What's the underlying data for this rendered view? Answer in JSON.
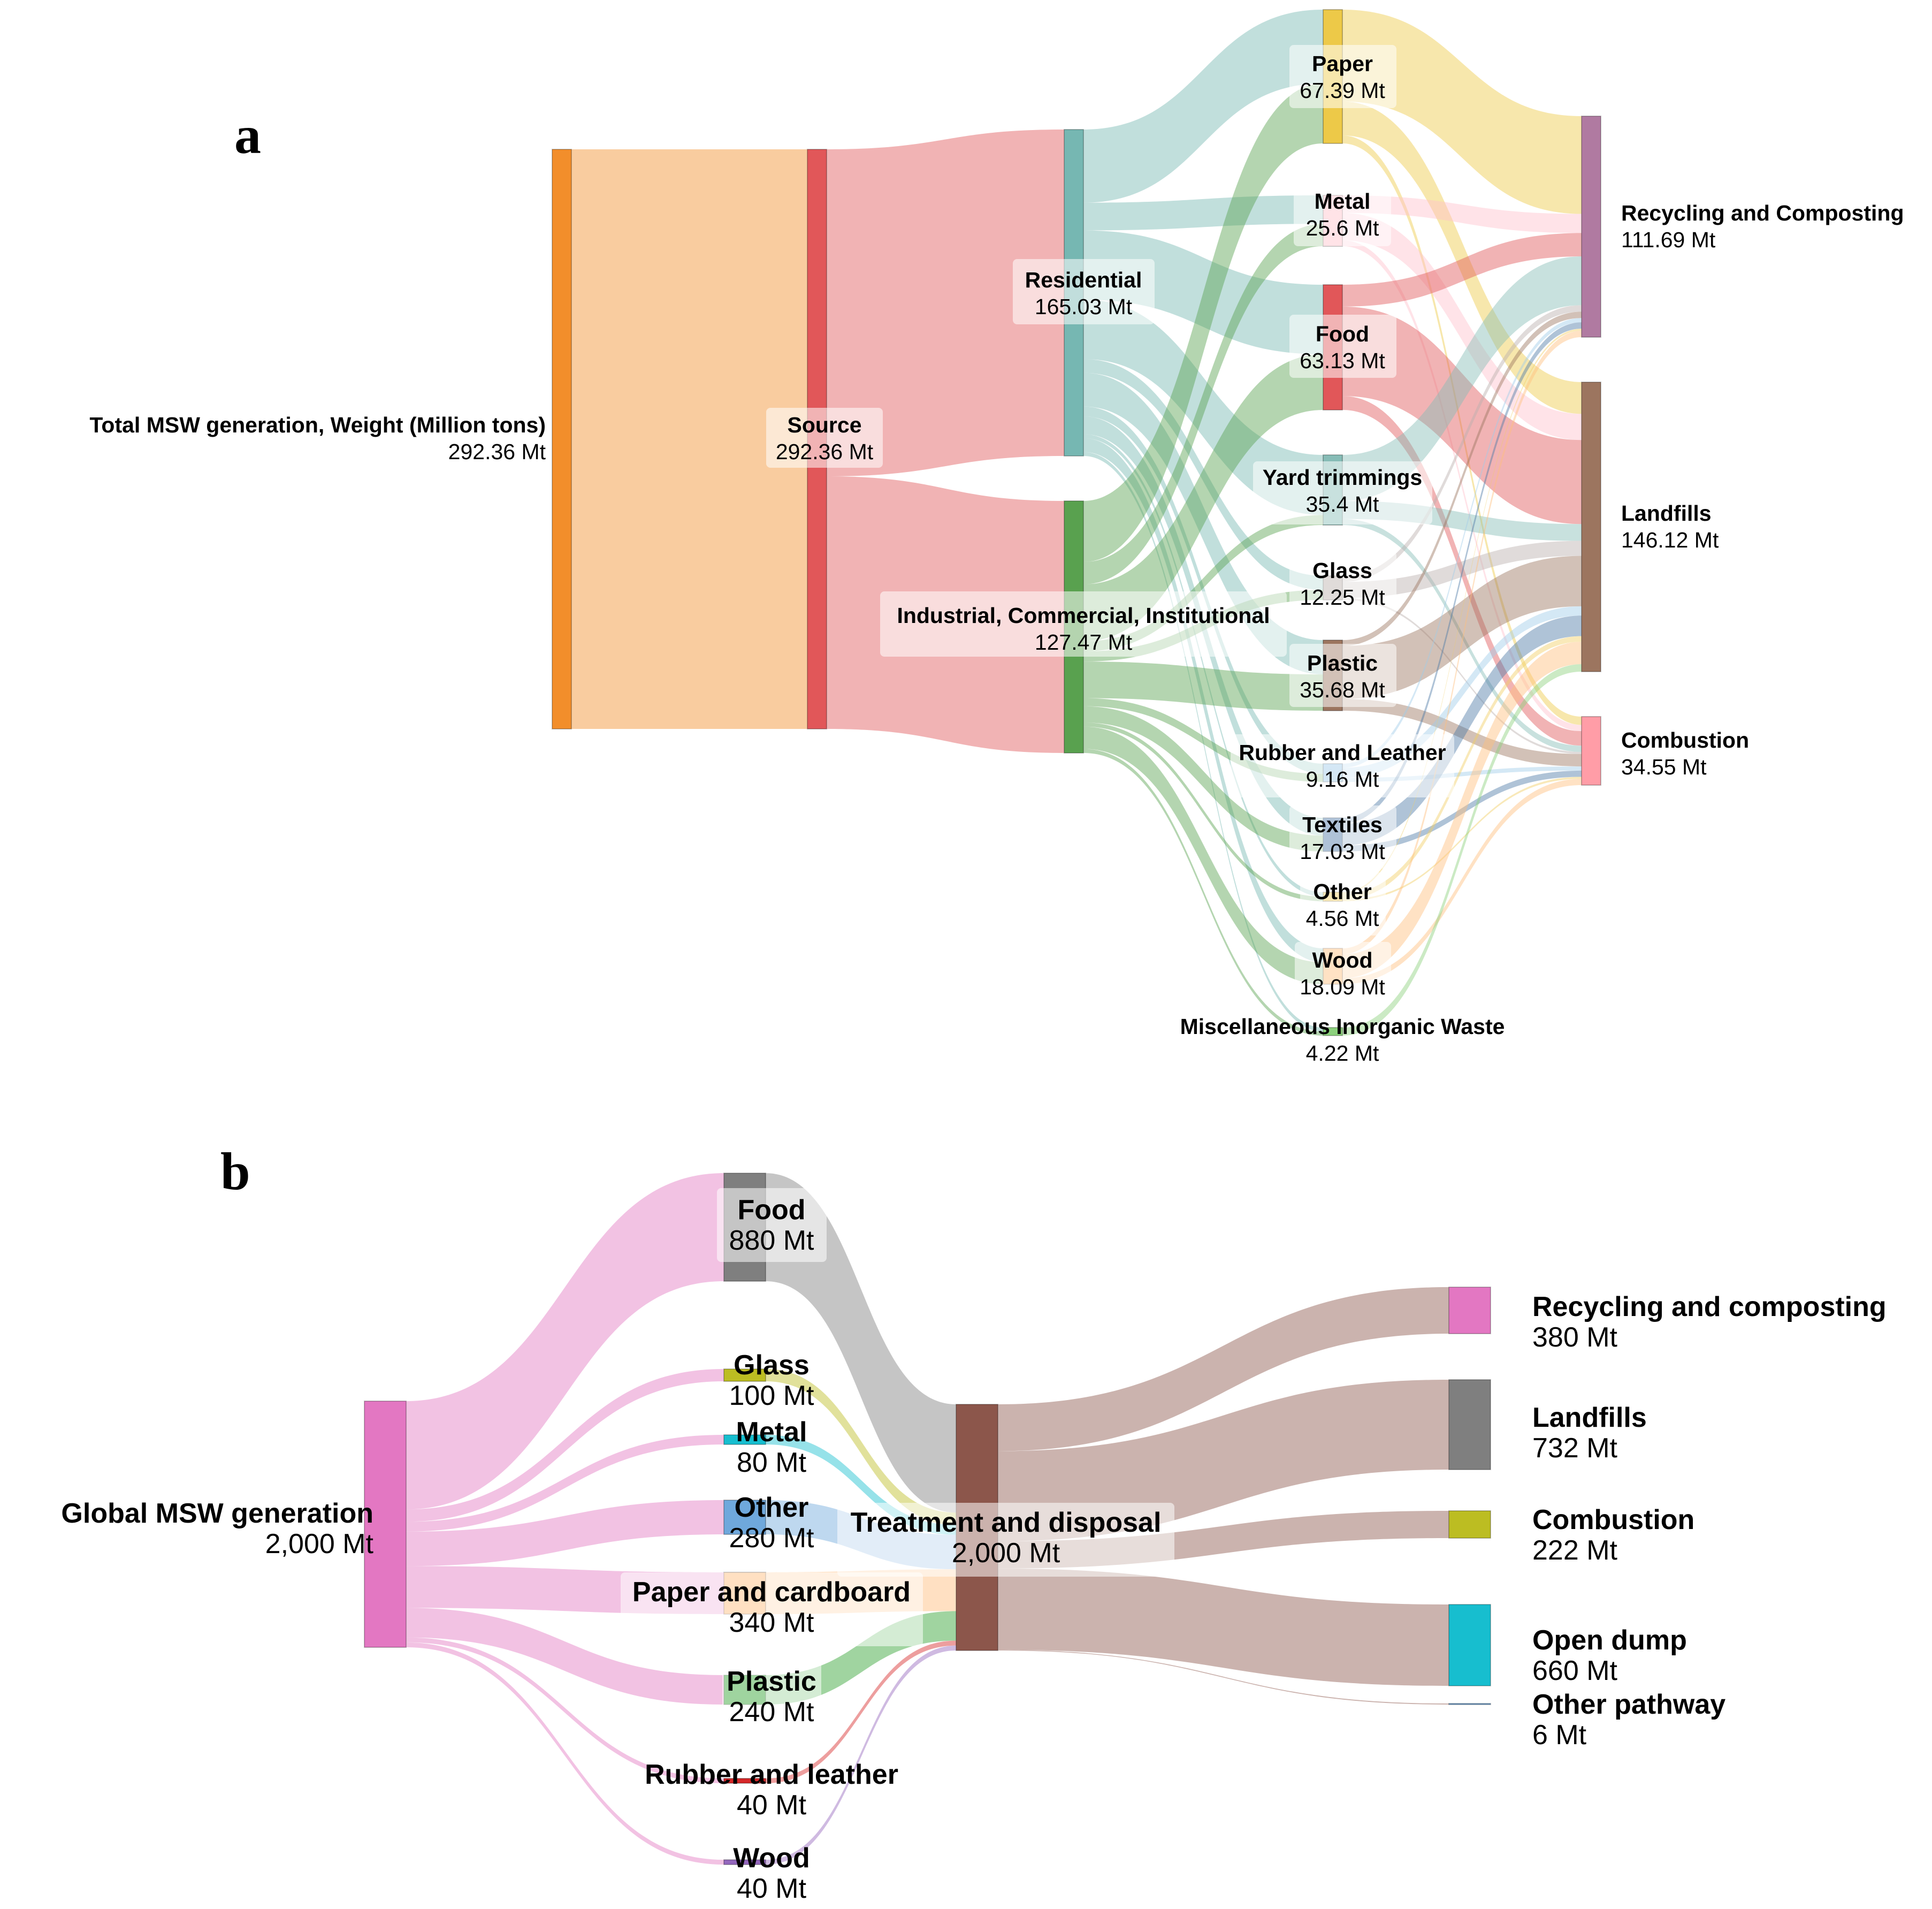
{
  "panels": [
    {
      "letter": "a",
      "node_colors": {
        "total": "#f28e2b",
        "source": "#e15759",
        "res": "#76b7b2",
        "ici": "#59a14f",
        "paper": "#edc948",
        "metal": "#ffc0cb",
        "food": "#e15759",
        "yard": "#86bcb6",
        "glass": "#bab0ac",
        "plastic": "#9c755f",
        "rubber": "#a0cbe8",
        "textiles": "#4e79a7",
        "other": "#f1ce63",
        "wood": "#ffbe7d",
        "misc": "#8cd17d",
        "recyc": "#b07aa1",
        "landf": "#9c755f",
        "comb": "#ff9da7"
      },
      "nodes": [
        {
          "id": "total",
          "name": "Total MSW generation, Weight (Million tons)",
          "value_label": "292.36 Mt"
        },
        {
          "id": "source",
          "name": "Source",
          "value_label": "292.36 Mt"
        },
        {
          "id": "res",
          "name": "Residential",
          "value_label": "165.03 Mt"
        },
        {
          "id": "ici",
          "name": "Industrial, Commercial, Institutional",
          "value_label": "127.47 Mt"
        },
        {
          "id": "paper",
          "name": "Paper",
          "value_label": "67.39 Mt"
        },
        {
          "id": "metal",
          "name": "Metal",
          "value_label": "25.6 Mt"
        },
        {
          "id": "food",
          "name": "Food",
          "value_label": "63.13 Mt"
        },
        {
          "id": "yard",
          "name": "Yard trimmings",
          "value_label": "35.4 Mt"
        },
        {
          "id": "glass",
          "name": "Glass",
          "value_label": "12.25 Mt"
        },
        {
          "id": "plastic",
          "name": "Plastic",
          "value_label": "35.68 Mt"
        },
        {
          "id": "rubber",
          "name": "Rubber and Leather",
          "value_label": "9.16 Mt"
        },
        {
          "id": "textiles",
          "name": "Textiles",
          "value_label": "17.03 Mt"
        },
        {
          "id": "other",
          "name": "Other",
          "value_label": "4.56 Mt"
        },
        {
          "id": "wood",
          "name": "Wood",
          "value_label": "18.09 Mt"
        },
        {
          "id": "misc",
          "name": "Miscellaneous Inorganic Waste",
          "value_label": "4.22 Mt"
        },
        {
          "id": "recyc",
          "name": "Recycling and Composting",
          "value_label": "111.69 Mt"
        },
        {
          "id": "landf",
          "name": "Landfills",
          "value_label": "146.12 Mt"
        },
        {
          "id": "comb",
          "name": "Combustion",
          "value_label": "34.55 Mt"
        }
      ],
      "links": [
        {
          "s": "total",
          "t": "source",
          "v": 292.36
        },
        {
          "s": "source",
          "t": "res",
          "v": 165.03
        },
        {
          "s": "source",
          "t": "ici",
          "v": 127.47
        },
        {
          "s": "res",
          "t": "paper",
          "v": 37
        },
        {
          "s": "res",
          "t": "metal",
          "v": 14
        },
        {
          "s": "res",
          "t": "food",
          "v": 35
        },
        {
          "s": "res",
          "t": "yard",
          "v": 30
        },
        {
          "s": "res",
          "t": "glass",
          "v": 7
        },
        {
          "s": "res",
          "t": "plastic",
          "v": 17
        },
        {
          "s": "res",
          "t": "rubber",
          "v": 5
        },
        {
          "s": "res",
          "t": "textiles",
          "v": 9
        },
        {
          "s": "res",
          "t": "other",
          "v": 2
        },
        {
          "s": "res",
          "t": "wood",
          "v": 7
        },
        {
          "s": "res",
          "t": "misc",
          "v": 2
        },
        {
          "s": "ici",
          "t": "paper",
          "v": 30
        },
        {
          "s": "ici",
          "t": "metal",
          "v": 11
        },
        {
          "s": "ici",
          "t": "food",
          "v": 28
        },
        {
          "s": "ici",
          "t": "yard",
          "v": 5
        },
        {
          "s": "ici",
          "t": "glass",
          "v": 5
        },
        {
          "s": "ici",
          "t": "plastic",
          "v": 18
        },
        {
          "s": "ici",
          "t": "rubber",
          "v": 4
        },
        {
          "s": "ici",
          "t": "textiles",
          "v": 8
        },
        {
          "s": "ici",
          "t": "other",
          "v": 2
        },
        {
          "s": "ici",
          "t": "wood",
          "v": 11
        },
        {
          "s": "ici",
          "t": "misc",
          "v": 2
        },
        {
          "s": "paper",
          "t": "recyc",
          "v": 46
        },
        {
          "s": "paper",
          "t": "landf",
          "v": 17
        },
        {
          "s": "paper",
          "t": "comb",
          "v": 4
        },
        {
          "s": "metal",
          "t": "recyc",
          "v": 9
        },
        {
          "s": "metal",
          "t": "landf",
          "v": 14
        },
        {
          "s": "metal",
          "t": "comb",
          "v": 3
        },
        {
          "s": "food",
          "t": "recyc",
          "v": 11
        },
        {
          "s": "food",
          "t": "landf",
          "v": 45
        },
        {
          "s": "food",
          "t": "comb",
          "v": 7
        },
        {
          "s": "yard",
          "t": "recyc",
          "v": 23
        },
        {
          "s": "yard",
          "t": "landf",
          "v": 9
        },
        {
          "s": "yard",
          "t": "comb",
          "v": 3
        },
        {
          "s": "glass",
          "t": "recyc",
          "v": 3
        },
        {
          "s": "glass",
          "t": "landf",
          "v": 8
        },
        {
          "s": "glass",
          "t": "comb",
          "v": 1
        },
        {
          "s": "plastic",
          "t": "recyc",
          "v": 3
        },
        {
          "s": "plastic",
          "t": "landf",
          "v": 27
        },
        {
          "s": "plastic",
          "t": "comb",
          "v": 6
        },
        {
          "s": "rubber",
          "t": "recyc",
          "v": 2
        },
        {
          "s": "rubber",
          "t": "landf",
          "v": 5
        },
        {
          "s": "rubber",
          "t": "comb",
          "v": 2
        },
        {
          "s": "textiles",
          "t": "recyc",
          "v": 3
        },
        {
          "s": "textiles",
          "t": "landf",
          "v": 11
        },
        {
          "s": "textiles",
          "t": "comb",
          "v": 3
        },
        {
          "s": "other",
          "t": "recyc",
          "v": 1
        },
        {
          "s": "other",
          "t": "landf",
          "v": 3
        },
        {
          "s": "other",
          "t": "comb",
          "v": 1
        },
        {
          "s": "wood",
          "t": "recyc",
          "v": 3
        },
        {
          "s": "wood",
          "t": "landf",
          "v": 12
        },
        {
          "s": "wood",
          "t": "comb",
          "v": 3
        },
        {
          "s": "misc",
          "t": "landf",
          "v": 4
        }
      ]
    },
    {
      "letter": "b",
      "node_colors": {
        "gen": "#e377c2",
        "food": "#7f7f7f",
        "glass": "#bcbd22",
        "metal": "#17becf",
        "other": "#6fa8dc",
        "paper": "#ffbb78",
        "plastic": "#2ca02c",
        "rubber": "#d62728",
        "wood": "#9467bd",
        "treat": "#8c564b",
        "recyc": "#e377c2",
        "landf": "#7f7f7f",
        "comb": "#bcbd22",
        "dump": "#17becf",
        "otherpath": "#6fa8dc"
      },
      "nodes": [
        {
          "id": "gen",
          "name": "Global MSW generation",
          "value_label": "2,000 Mt"
        },
        {
          "id": "food",
          "name": "Food",
          "value_label": "880 Mt"
        },
        {
          "id": "glass",
          "name": "Glass",
          "value_label": "100 Mt"
        },
        {
          "id": "metal",
          "name": "Metal",
          "value_label": "80 Mt"
        },
        {
          "id": "other",
          "name": "Other",
          "value_label": "280 Mt"
        },
        {
          "id": "paper",
          "name": "Paper and cardboard",
          "value_label": "340 Mt"
        },
        {
          "id": "plastic",
          "name": "Plastic",
          "value_label": "240 Mt"
        },
        {
          "id": "rubber",
          "name": "Rubber and leather",
          "value_label": "40 Mt"
        },
        {
          "id": "wood",
          "name": "Wood",
          "value_label": "40 Mt"
        },
        {
          "id": "treat",
          "name": "Treatment and disposal",
          "value_label": "2,000 Mt"
        },
        {
          "id": "recyc",
          "name": "Recycling and composting",
          "value_label": "380 Mt"
        },
        {
          "id": "landf",
          "name": "Landfills",
          "value_label": "732 Mt"
        },
        {
          "id": "comb",
          "name": "Combustion",
          "value_label": "222 Mt"
        },
        {
          "id": "dump",
          "name": "Open dump",
          "value_label": "660 Mt"
        },
        {
          "id": "otherpath",
          "name": "Other pathway",
          "value_label": "6 Mt"
        }
      ],
      "links": [
        {
          "s": "gen",
          "t": "food",
          "v": 880
        },
        {
          "s": "gen",
          "t": "glass",
          "v": 100
        },
        {
          "s": "gen",
          "t": "metal",
          "v": 80
        },
        {
          "s": "gen",
          "t": "other",
          "v": 280
        },
        {
          "s": "gen",
          "t": "paper",
          "v": 340
        },
        {
          "s": "gen",
          "t": "plastic",
          "v": 240
        },
        {
          "s": "gen",
          "t": "rubber",
          "v": 40
        },
        {
          "s": "gen",
          "t": "wood",
          "v": 40
        },
        {
          "s": "food",
          "t": "treat",
          "v": 880
        },
        {
          "s": "glass",
          "t": "treat",
          "v": 100
        },
        {
          "s": "metal",
          "t": "treat",
          "v": 80
        },
        {
          "s": "other",
          "t": "treat",
          "v": 280
        },
        {
          "s": "paper",
          "t": "treat",
          "v": 340
        },
        {
          "s": "plastic",
          "t": "treat",
          "v": 240
        },
        {
          "s": "rubber",
          "t": "treat",
          "v": 40
        },
        {
          "s": "wood",
          "t": "treat",
          "v": 40
        },
        {
          "s": "treat",
          "t": "recyc",
          "v": 380
        },
        {
          "s": "treat",
          "t": "landf",
          "v": 732
        },
        {
          "s": "treat",
          "t": "comb",
          "v": 222
        },
        {
          "s": "treat",
          "t": "dump",
          "v": 660
        },
        {
          "s": "treat",
          "t": "otherpath",
          "v": 6
        }
      ]
    }
  ]
}
